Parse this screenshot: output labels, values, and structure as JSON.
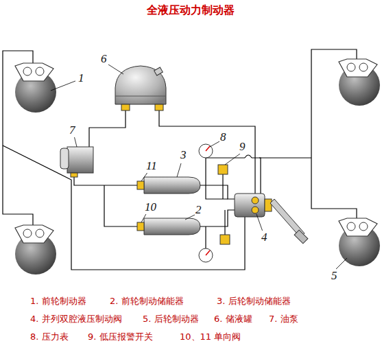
{
  "diagram": {
    "title": "全液压动力制动器",
    "labels": [
      "1",
      "6",
      "7",
      "8",
      "9",
      "3",
      "11",
      "10",
      "2",
      "4",
      "5",
      "1. 前轮制动器",
      "2. 前轮制动储能器",
      "3. 后轮制动储能器",
      "4. 并列双腔液压制动阀",
      "5. 后轮制动器",
      "6. 储液罐",
      "7. 油泵",
      "8. 压力表",
      "9. 低压报警开关",
      "10、11 单向阀"
    ]
  }
}
